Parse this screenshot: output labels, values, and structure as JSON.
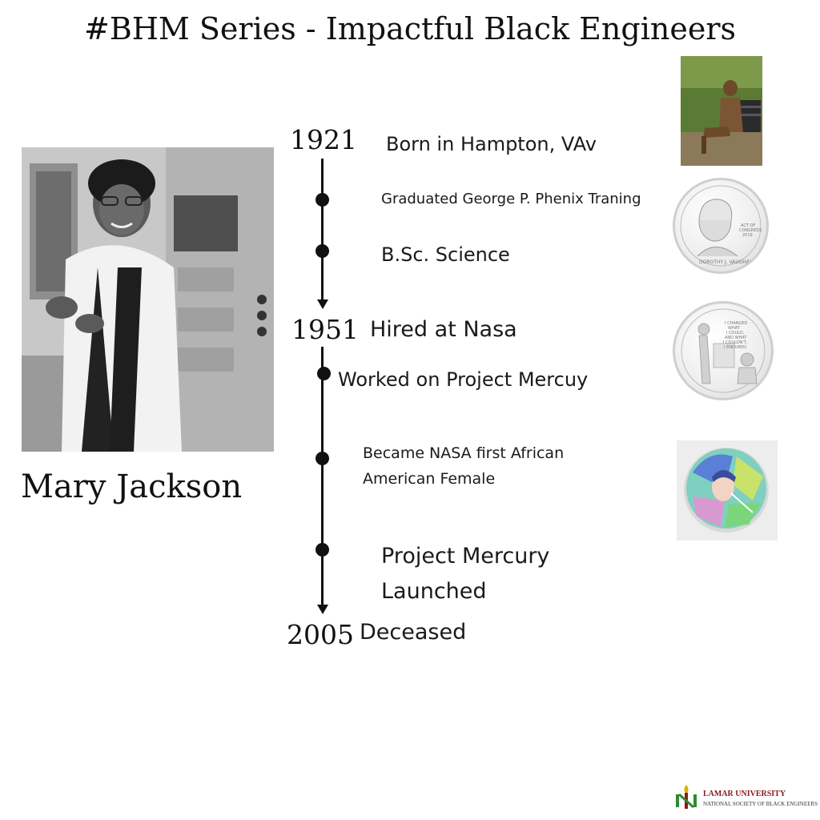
{
  "title": "#BHM Series - Impactful Black Engineers",
  "person": {
    "name": "Mary Jackson"
  },
  "timeline": {
    "years": [
      {
        "label": "1921",
        "text": "Born in Hampton, VAv"
      },
      {
        "label": "1951",
        "text": "Hired at Nasa"
      },
      {
        "label": "2005",
        "text": "Deceased"
      }
    ],
    "events": [
      {
        "text": "Graduated George P. Phenix Traning"
      },
      {
        "text": "B.Sc. Science"
      },
      {
        "text": "Worked on Project Mercuy"
      },
      {
        "line1": "Became NASA first African",
        "line2": "American Female"
      },
      {
        "line1": "Project Mercury",
        "line2": "Launched"
      }
    ]
  },
  "coin_texts": {
    "coin1": {
      "line1": "ACT OF",
      "line2": "CONGRESS",
      "line3": "2019",
      "name": "DOROTHY J. VAUGHAN"
    },
    "coin2": {
      "line1": "I CHANGED",
      "line2": "WHAT",
      "line3": "I COULD,",
      "line4": "AND WHAT",
      "line5": "I COULDN'T,",
      "line6": "I ENDURED."
    }
  },
  "footer": {
    "university": "LAMAR UNIVERSITY",
    "society": "NATIONAL SOCIETY OF BLACK ENGINEERS"
  },
  "colors": {
    "text": "#111111",
    "accent_red": "#8b1a1a",
    "accent_green": "#2e8b2e",
    "accent_yellow": "#e0b000"
  },
  "icons": [
    "statue-photo",
    "coin-dorothy-vaughan",
    "coin-hidden-figures",
    "portrait-button",
    "nsbe-logo-icon"
  ]
}
